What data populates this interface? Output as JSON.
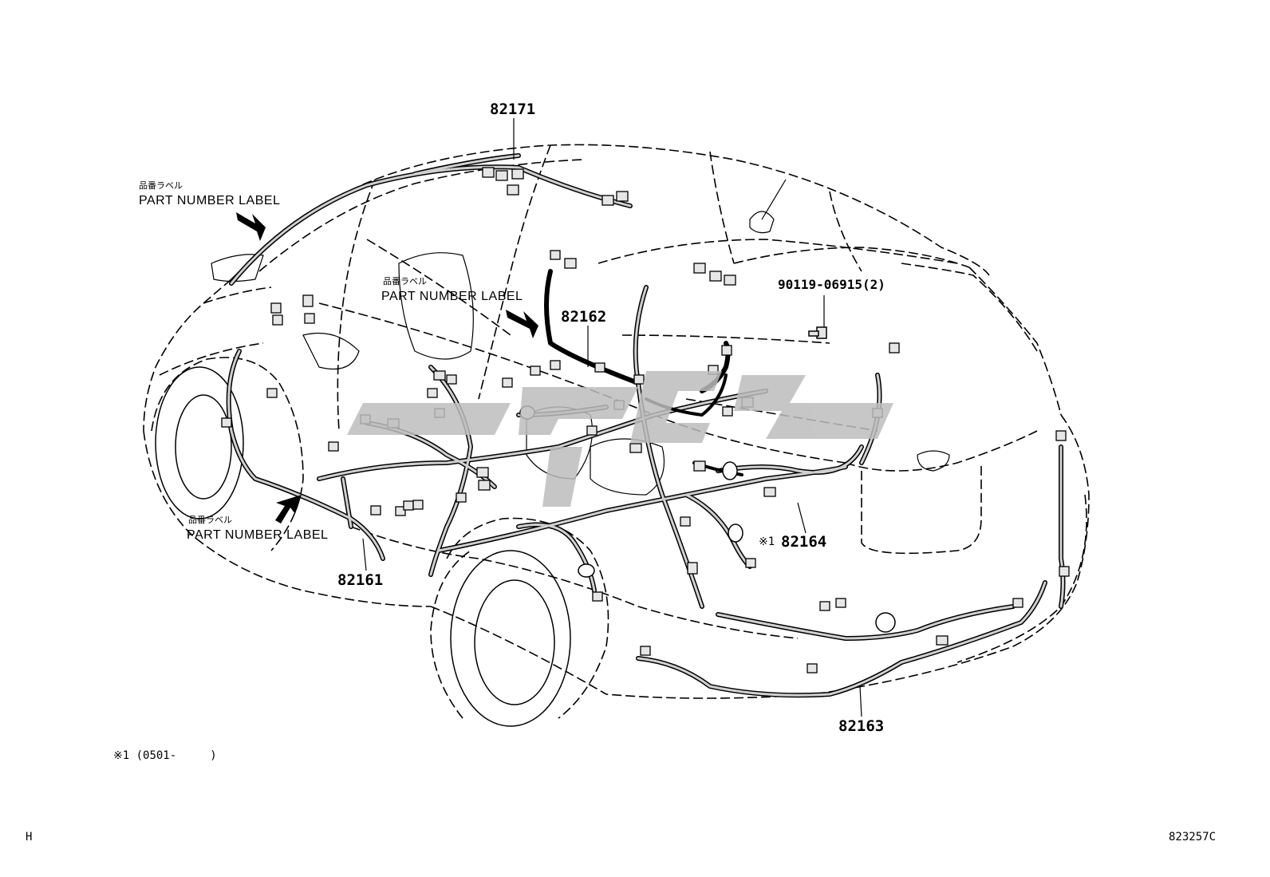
{
  "part_numbers": {
    "roof_harness": "82171",
    "floor_harness_front": "82162",
    "floor_harness_main": "82161",
    "floor_harness_sub": "82164",
    "rear_harness": "82163",
    "bolt": "90119-06915(2)"
  },
  "part_number_labels": [
    {
      "jp": "品番ラベル",
      "en": "PART NUMBER LABEL"
    },
    {
      "jp": "品番ラベル",
      "en": "PART NUMBER LABEL"
    },
    {
      "jp": "品番ラベル",
      "en": "PART NUMBER LABEL"
    }
  ],
  "note_marker": "※1",
  "footnote": "※1 (0501-     )",
  "page_code_left": "H",
  "illustration_code": "823257C",
  "colors": {
    "line": "#000000",
    "harness_fill": "#c8c8c8",
    "watermark": "#bdbdbd"
  }
}
